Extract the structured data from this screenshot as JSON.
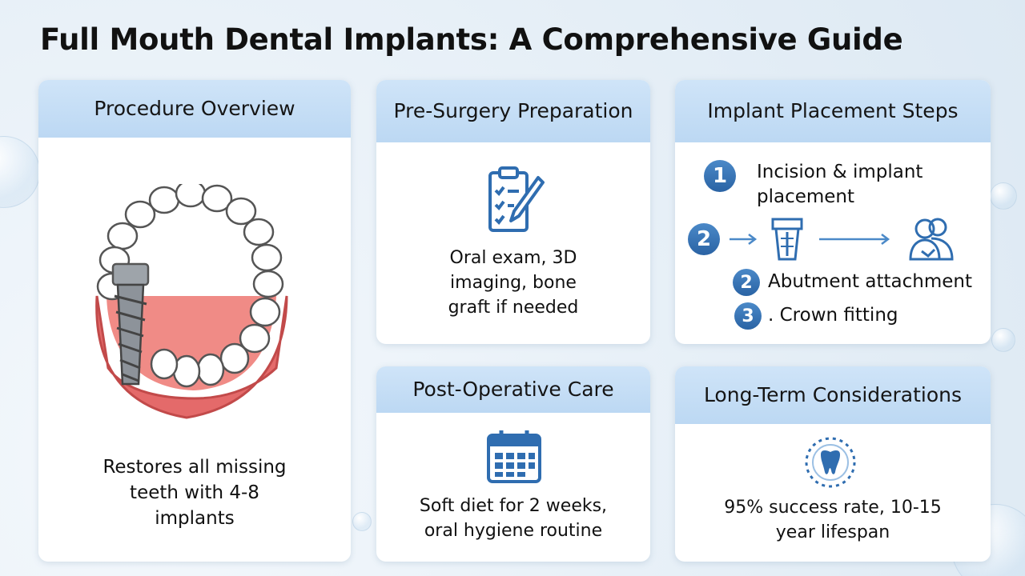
{
  "title": "Full Mouth Dental Implants: A Comprehensive Guide",
  "colors": {
    "header": "#c4dcf5",
    "accent": "#2f6db0",
    "gum": "#e46a6a",
    "background": "#e6eff7"
  },
  "cards": {
    "overview": {
      "header": "Procedure Overview",
      "text": "Restores all missing teeth with 4-8 implants",
      "icon": "dental-arch-implant-icon"
    },
    "presurgery": {
      "header": "Pre-Surgery Preparation",
      "text": "Oral exam, 3D imaging, bone graft if needed",
      "icon": "clipboard-pen-icon"
    },
    "placement": {
      "header": "Implant Placement Steps",
      "steps": [
        {
          "number": "1",
          "text": "Incision & implant placement"
        },
        {
          "number": "2",
          "text": ""
        },
        {
          "number": "2",
          "text": "Abutment attachment"
        },
        {
          "number": "3",
          "text": ". Crown fitting"
        }
      ],
      "icons": [
        "arrow-right-icon",
        "implant-post-icon",
        "dentist-patient-icon"
      ]
    },
    "postop": {
      "header": "Post-Operative Care",
      "text": "Soft diet for 2 weeks, oral hygiene routine",
      "icon": "calendar-icon"
    },
    "longterm": {
      "header": "Long-Term Considerations",
      "text": "95% success rate, 10-15 year lifespan",
      "icon": "tooth-badge-icon"
    }
  }
}
